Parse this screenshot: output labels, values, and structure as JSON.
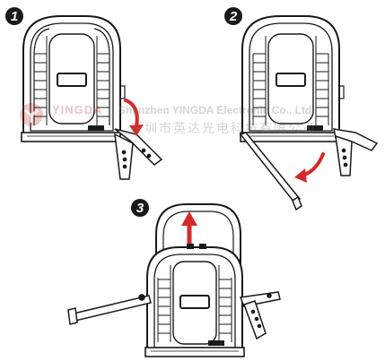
{
  "steps": [
    {
      "number": "1"
    },
    {
      "number": "2"
    },
    {
      "number": "3"
    }
  ],
  "watermark": {
    "brand": "YINGDA",
    "english": "Shenzhen YINGDA Electronic Co., Ltd.",
    "chinese": "深圳市英达光电科技有限公司"
  },
  "colors": {
    "line": "#1a1a1a",
    "arrow": "#d42a2a",
    "watermark_red": "#be2828"
  },
  "icons": [
    "arrow-down-right-icon",
    "arrow-down-left-icon",
    "arrow-up-icon"
  ]
}
